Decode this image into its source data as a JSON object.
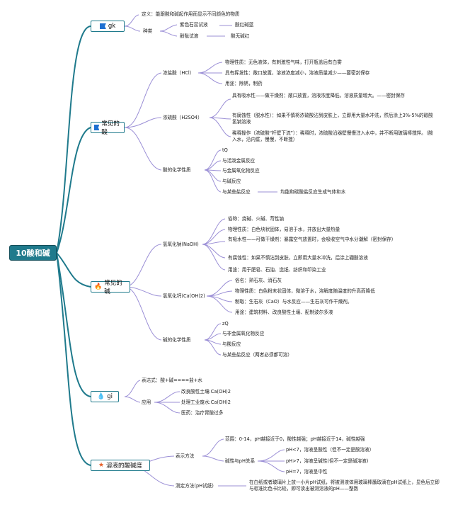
{
  "root": "10酸和碱",
  "b1": {
    "title": "gk",
    "def": "定义：能跟酸和碱起作用而显示不同颜色的物质",
    "kinds": "种类",
    "k1": "紫色石蕊试液",
    "k1r": "酸红碱蓝",
    "k2": "酚酞试液",
    "k2r": "酸无碱红"
  },
  "b2": {
    "title": "常见的酸",
    "hcl": "浓盐酸（HCl）",
    "hcl1": "物理性质：无色液体，有刺激性气味，打开瓶盖后有白雾",
    "hcl2": "具有挥发性：敞口放置，溶液浓度减小，溶液质量减少——要密封保存",
    "hcl3": "用途：除锈，制药",
    "h2so4": "浓硫酸（H2SO4）",
    "s1": "具有吸水性——做干燥剂：敞口放置，溶液浓度降低，溶液质量增大。——密封保存",
    "s2": "有腐蚀性（脱水性）：如果不慎将浓硫酸沾到皮肤上，立即用大量水冲洗，然后涂上3%-5%的碳酸氢钠溶液",
    "s3": "稀释操作（浓硫酸“杆壁下流”）：稀释时，浓硫酸沿器壁慢慢注入水中，并不断用玻璃棒搅拌。（酸入水，沿内壁，慢慢，不断搅）",
    "chem": "酸的化学性质",
    "c1": "tQ",
    "c2": "与活泼金属反应",
    "c3": "与金属氧化物反应",
    "c4": "与碱反应",
    "c5": "与某些盐反应",
    "c5r": "均能和碳酸盐反应生成气体和水"
  },
  "b3": {
    "title": "常见的碱",
    "naoh": "氢氧化钠(NaOH)",
    "n1": "俗称：烧碱、火碱、苛性钠",
    "n2": "物理性质：白色块状固体，易溶于水，并放出大量热量",
    "n3": "有吸水性——可做干燥剂：暴露空气放置时，会吸收空气中水分潮解（密封保存）",
    "n4": "有腐蚀性：如果不慎沾到皮肤，立即用大量水冲洗，后涂上硼酸溶液",
    "n5": "用途：用于肥皂、石油、造纸、纺织和印染工业",
    "caoh": "氢氧化钙(Ca(OH)2)",
    "ca1": "俗名：熟石灰、消石灰",
    "ca2": "物理性质：白色粉末状固体，微溶于水，溶解度随温度的升高而降低",
    "ca3": "制取：生石灰（CaO）与水反应——生石灰可作干燥剂。",
    "ca4": "用途：建筑材料、改良酸性土壤、配制波尔多液",
    "chem": "碱的化学性质",
    "c1": "zQ",
    "c2": "与非金属氧化物反应",
    "c3": "与酸反应",
    "c4": "与某些盐反应（两者必须都可溶）"
  },
  "b4": {
    "title": "gi",
    "expr": "表达式：酸+碱====盐+水",
    "app": "应用",
    "a1": "改良酸性土壤:Ca(OH)2",
    "a2": "处理工业废水:Ca(OH)2",
    "a3": "医药：治疗胃酸过多"
  },
  "b5": {
    "title": "溶液的酸碱度",
    "rep": "表示方法",
    "r1": "范围：0-14，pH越接近于0，酸性越强；pH越接近于14，碱性越强",
    "rel": "碱性与pH关系",
    "p1": "pH<7，溶液呈酸性（但不一定是酸溶液）",
    "p2": "pH>7，溶液呈碱性(但不一定是碱溶液)",
    "p3": "pH=7，溶液呈中性",
    "meas": "测定方法(pH试纸)",
    "m1": "在白纸或者玻璃片上放一小片pH试纸，将被测液体用玻璃棒蘸取滴在pH试纸上，显色后立即与标准比色卡比较，即可读出被测溶液的pH——整数"
  }
}
